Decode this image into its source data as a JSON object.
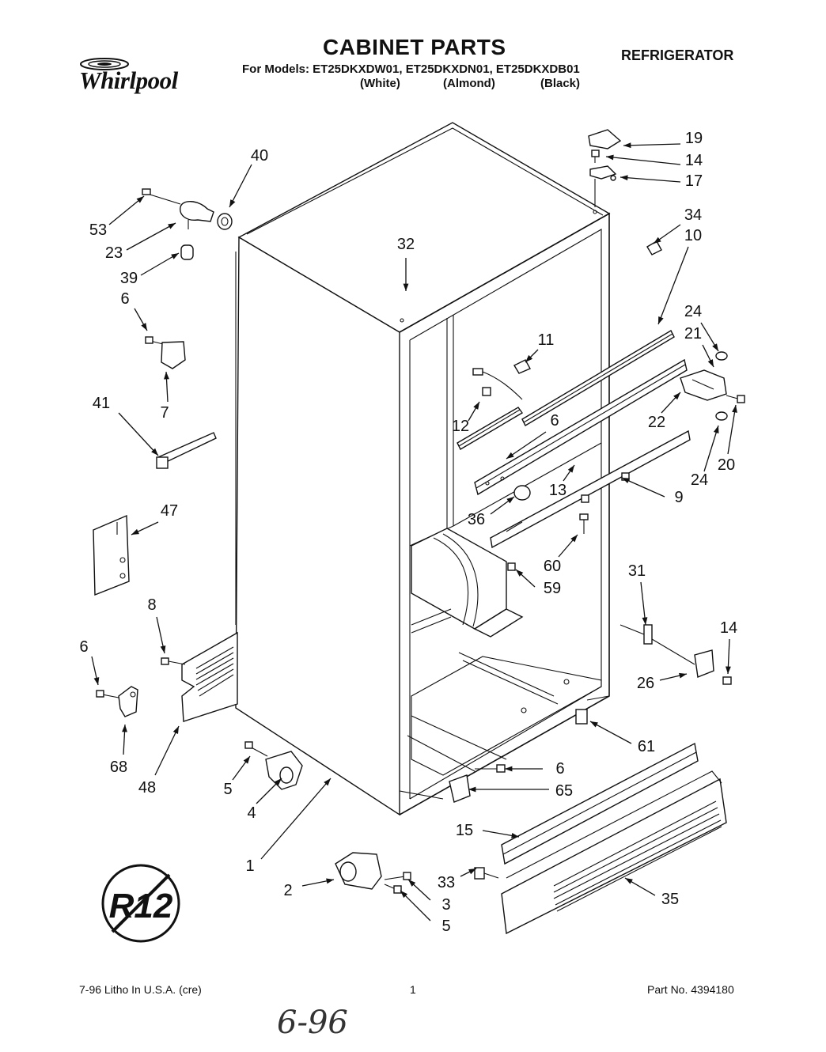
{
  "header": {
    "title": "CABINET PARTS",
    "category": "REFRIGERATOR",
    "models_line": "For Models: ET25DKXDW01, ET25DKXDN01, ET25DKXDB01",
    "colors": [
      "(White)",
      "(Almond)",
      "(Black)"
    ]
  },
  "brand": {
    "name": "Whirlpool"
  },
  "seal": {
    "text": "R12"
  },
  "part_labels": {
    "p1": "1",
    "p2": "2",
    "p3": "3",
    "p4": "4",
    "p5a": "5",
    "p5b": "5",
    "p6a": "6",
    "p6b": "6",
    "p6c": "6",
    "p6d": "6",
    "p7": "7",
    "p8": "8",
    "p9": "9",
    "p10": "10",
    "p11": "11",
    "p12": "12",
    "p13": "13",
    "p14a": "14",
    "p14b": "14",
    "p15": "15",
    "p17": "17",
    "p19": "19",
    "p20": "20",
    "p21": "21",
    "p22": "22",
    "p23": "23",
    "p24a": "24",
    "p24b": "24",
    "p26": "26",
    "p31": "31",
    "p32": "32",
    "p33": "33",
    "p34": "34",
    "p35": "35",
    "p36": "36",
    "p39": "39",
    "p40": "40",
    "p41": "41",
    "p47": "47",
    "p48": "48",
    "p53": "53",
    "p59": "59",
    "p60": "60",
    "p61": "61",
    "p65": "65",
    "p68": "68"
  },
  "footer": {
    "left": "7-96 Litho In U.S.A. (cre)",
    "page": "1",
    "part_no": "Part No. 4394180"
  },
  "handwritten_note": "6-96"
}
